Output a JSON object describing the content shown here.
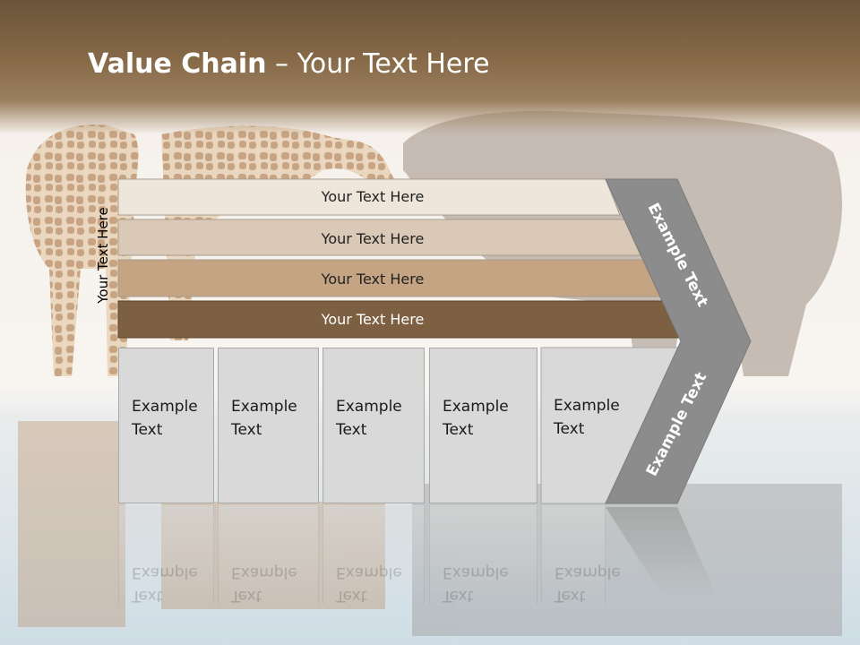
{
  "slide": {
    "title_bold": "Value Chain",
    "title_rest": " – Your Text Here",
    "side_label": "Your Text Here"
  },
  "bands": [
    {
      "label": "Your Text Here",
      "color": "#eee5db"
    },
    {
      "label": "Your Text Here",
      "color": "#dac9b6"
    },
    {
      "label": "Your Text Here",
      "color": "#c4a482"
    },
    {
      "label": "Your Text Here",
      "color": "#7d5f41"
    }
  ],
  "boxes": [
    {
      "line1": "Example",
      "line2": "Text"
    },
    {
      "line1": "Example",
      "line2": "Text"
    },
    {
      "line1": "Example",
      "line2": "Text"
    },
    {
      "line1": "Example",
      "line2": "Text"
    },
    {
      "line1": "Example",
      "line2": "Text"
    }
  ],
  "chevron": {
    "upper_text": "Example Text",
    "lower_text": "Example Text",
    "color": "#8c8c8c"
  }
}
